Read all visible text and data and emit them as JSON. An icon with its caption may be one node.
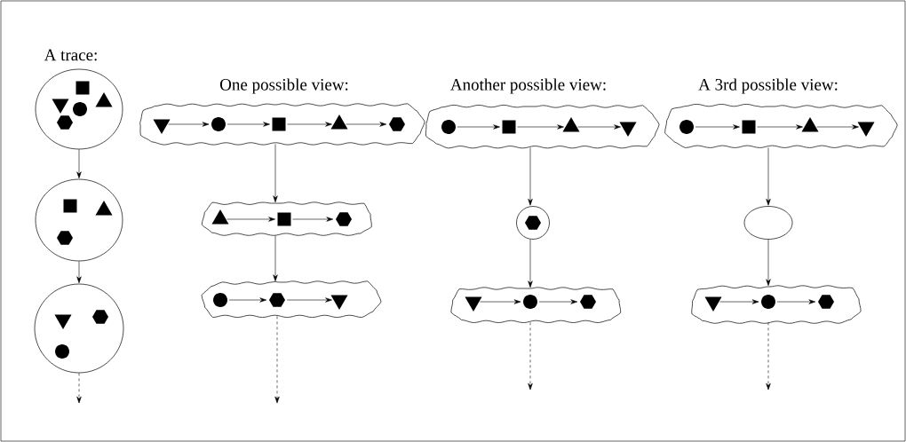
{
  "diagram": {
    "nodes": [
      {
        "text": [],
        "shape": "blob"
      },
      {
        "text": [],
        "shape": "triangle-down",
        "in": 0
      },
      {
        "text": [],
        "shape": "square",
        "in": 0
      },
      {
        "text": [],
        "shape": "circle",
        "in": 0
      },
      {
        "text": [],
        "shape": "triangle",
        "in": 0
      },
      {
        "text": [],
        "shape": "hexagon",
        "in": 0
      },
      {
        "text": [],
        "shape": "blob"
      },
      {
        "text": [],
        "shape": "square",
        "in": 6
      },
      {
        "text": [],
        "shape": "triangle",
        "in": 6
      },
      {
        "text": [],
        "shape": "hexagon",
        "in": 6
      },
      {
        "text": [],
        "shape": "blob"
      },
      {
        "text": [],
        "shape": "triangle-down",
        "in": 10
      },
      {
        "text": [],
        "shape": "hexagon",
        "in": 10
      },
      {
        "text": [],
        "shape": "circle",
        "in": 10
      },
      {
        "text": [],
        "shape": "blob"
      },
      {
        "text": [],
        "shape": "triangle-down",
        "in": 14
      },
      {
        "text": [],
        "shape": "circle",
        "in": 14
      },
      {
        "text": [],
        "shape": "square",
        "in": 14
      },
      {
        "text": [],
        "shape": "triangle",
        "in": 14
      },
      {
        "text": [],
        "shape": "hexagon",
        "in": 14
      },
      {
        "text": [],
        "shape": "blob"
      },
      {
        "text": [],
        "shape": "triangle",
        "in": 20
      },
      {
        "text": [],
        "shape": "square",
        "in": 20
      },
      {
        "text": [],
        "shape": "hexagon",
        "in": 20
      },
      {
        "text": [],
        "shape": "blob"
      },
      {
        "text": [],
        "shape": "circle",
        "in": 24
      },
      {
        "text": [],
        "shape": "hexagon",
        "in": 24
      },
      {
        "text": [],
        "shape": "triangle-down",
        "in": 24
      },
      {
        "text": [],
        "shape": "blob"
      },
      {
        "text": [],
        "shape": "circle",
        "in": 28
      },
      {
        "text": [],
        "shape": "square",
        "in": 28
      },
      {
        "text": [],
        "shape": "triangle",
        "in": 28
      },
      {
        "text": [],
        "shape": "triangle-down",
        "in": 28
      },
      {
        "text": [],
        "shape": "blob"
      },
      {
        "text": [],
        "shape": "hexagon",
        "in": 33
      },
      {
        "text": [],
        "shape": "blob"
      },
      {
        "text": [],
        "shape": "triangle-down",
        "in": 35
      },
      {
        "text": [],
        "shape": "circle",
        "in": 35
      },
      {
        "text": [],
        "shape": "hexagon",
        "in": 35
      },
      {
        "text": [],
        "shape": "blob"
      },
      {
        "text": [],
        "shape": "circle",
        "in": 39
      },
      {
        "text": [],
        "shape": "square",
        "in": 39
      },
      {
        "text": [],
        "shape": "triangle",
        "in": 39
      },
      {
        "text": [],
        "shape": "triangle-down",
        "in": 39
      },
      {
        "text": [],
        "shape": "blob"
      },
      {
        "text": [],
        "shape": "blob"
      },
      {
        "text": [],
        "shape": "triangle-down",
        "in": 45
      },
      {
        "text": [],
        "shape": "circle",
        "in": 45
      },
      {
        "text": [],
        "shape": "hexagon",
        "in": 45
      }
    ],
    "edges": [
      {
        "from": 0,
        "to": 6,
        "arrow": "to"
      },
      {
        "from": 6,
        "to": 10,
        "arrow": "to"
      },
      {
        "from": 10,
        "to": null,
        "arrow": "to",
        "style": "dashed"
      },
      {
        "from": 15,
        "to": 16,
        "arrow": "to"
      },
      {
        "from": 16,
        "to": 17,
        "arrow": "to"
      },
      {
        "from": 17,
        "to": 18,
        "arrow": "to"
      },
      {
        "from": 18,
        "to": 19,
        "arrow": "to"
      },
      {
        "from": 14,
        "to": 20,
        "arrow": "to"
      },
      {
        "from": 21,
        "to": 22,
        "arrow": "to"
      },
      {
        "from": 22,
        "to": 23,
        "arrow": "to"
      },
      {
        "from": 20,
        "to": 24,
        "arrow": "to"
      },
      {
        "from": 25,
        "to": 26,
        "arrow": "to"
      },
      {
        "from": 26,
        "to": 27,
        "arrow": "to"
      },
      {
        "from": 24,
        "to": null,
        "arrow": "to",
        "style": "dashed"
      },
      {
        "from": 29,
        "to": 30,
        "arrow": "to"
      },
      {
        "from": 30,
        "to": 31,
        "arrow": "to"
      },
      {
        "from": 31,
        "to": 32,
        "arrow": "to"
      },
      {
        "from": 28,
        "to": 33,
        "arrow": "to"
      },
      {
        "from": 33,
        "to": 35,
        "arrow": "to"
      },
      {
        "from": 36,
        "to": 37,
        "arrow": "to"
      },
      {
        "from": 37,
        "to": 38,
        "arrow": "to"
      },
      {
        "from": 35,
        "to": null,
        "arrow": "to",
        "style": "dashed"
      },
      {
        "from": 40,
        "to": 41,
        "arrow": "to"
      },
      {
        "from": 41,
        "to": 42,
        "arrow": "to"
      },
      {
        "from": 42,
        "to": 43,
        "arrow": "to"
      },
      {
        "from": 39,
        "to": 44,
        "arrow": "to"
      },
      {
        "from": 44,
        "to": 45,
        "arrow": "to"
      },
      {
        "from": 46,
        "to": 47,
        "arrow": "to"
      },
      {
        "from": 47,
        "to": 48,
        "arrow": "to"
      },
      {
        "from": 45,
        "to": null,
        "arrow": "to",
        "style": "dashed"
      }
    ],
    "labels": [
      "A trace:",
      "One possible view:",
      "Another possible view:",
      "A 3rd possible view:"
    ]
  }
}
